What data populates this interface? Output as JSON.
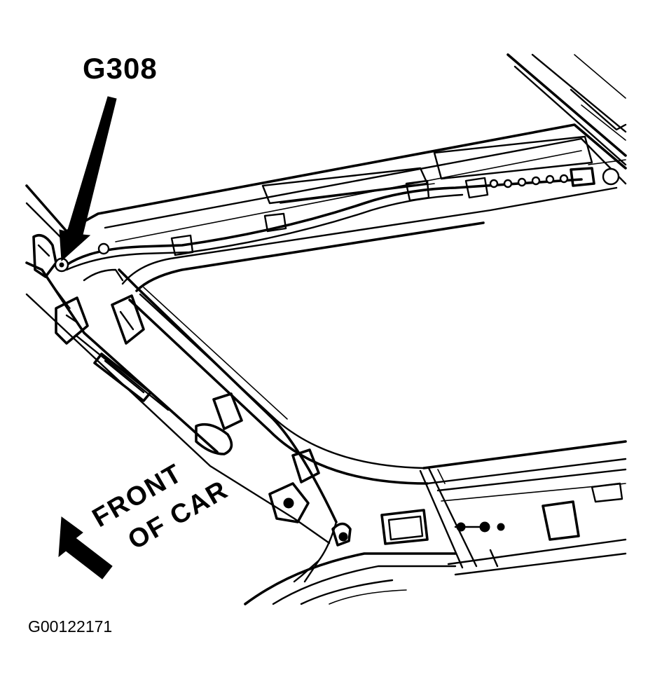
{
  "callout": {
    "label": "G308"
  },
  "direction": {
    "line1": "FRONT",
    "line2": "OF CAR",
    "icon": "arrow-left-down-icon"
  },
  "figure_code": "G00122171",
  "colors": {
    "ink": "#000000",
    "paper": "#ffffff"
  }
}
